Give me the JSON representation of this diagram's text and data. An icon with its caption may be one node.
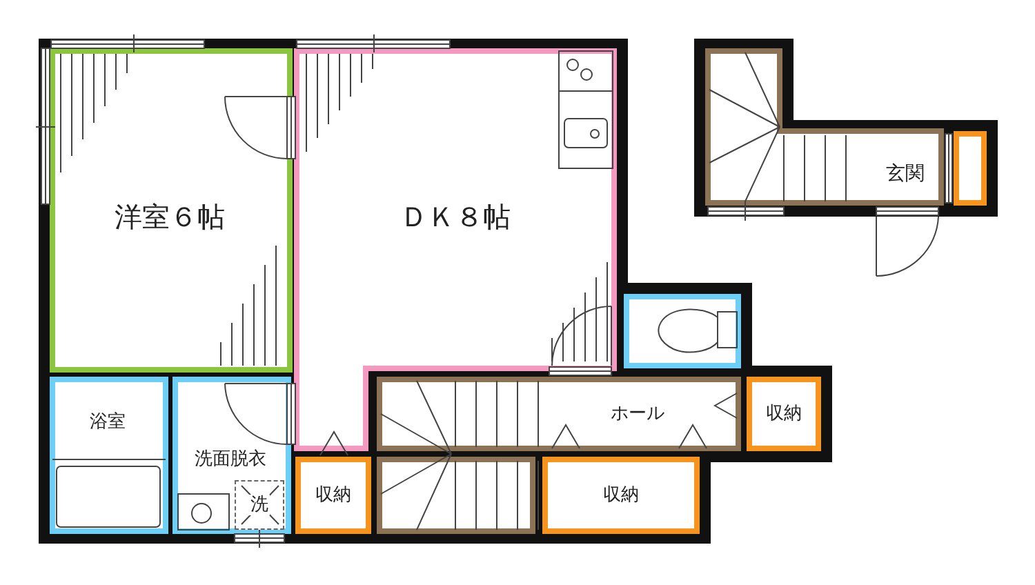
{
  "diagram": {
    "nodes": [
      {
        "text": [
          "洋室６帖"
        ]
      },
      {
        "text": [
          "ＤＫ８帖"
        ]
      },
      {
        "text": [
          "玄関"
        ]
      },
      {
        "text": [],
        "shape": "box"
      },
      {
        "text": [],
        "shape": "box"
      },
      {
        "text": [
          "浴室"
        ]
      },
      {
        "text": [
          "洗面脱衣"
        ]
      },
      {
        "text": [
          "洗"
        ],
        "in": 6
      },
      {
        "text": [
          "ホール"
        ]
      },
      {
        "text": [
          "収納"
        ]
      },
      {
        "text": [],
        "shape": "box"
      },
      {
        "text": [
          "収納"
        ]
      },
      {
        "text": [
          "収納"
        ]
      }
    ]
  }
}
